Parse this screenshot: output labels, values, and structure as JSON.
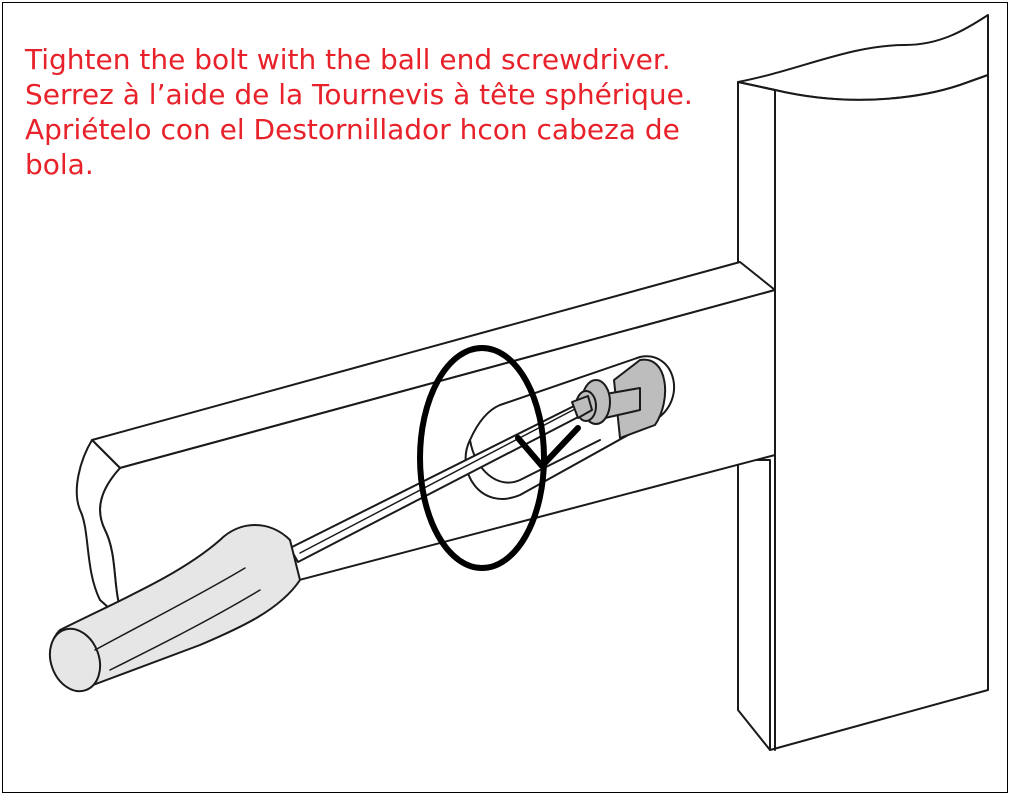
{
  "instructions": {
    "english": "Tighten the bolt with the ball end screwdriver.",
    "french": "Serrez à l’aide de la Tournevis à tête sphérique.",
    "spanish": "Apriételo con el Destornillador hcon cabeza de bola."
  },
  "colors": {
    "instruction_text": "#e8222a",
    "line": "#1a1a1a",
    "handle_fill": "#e6e6e6",
    "bolt_fill": "#bdbdbd",
    "rotation_marker": "#000000"
  },
  "icons": {
    "rotation": "clockwise-rotation-arrow-icon"
  }
}
